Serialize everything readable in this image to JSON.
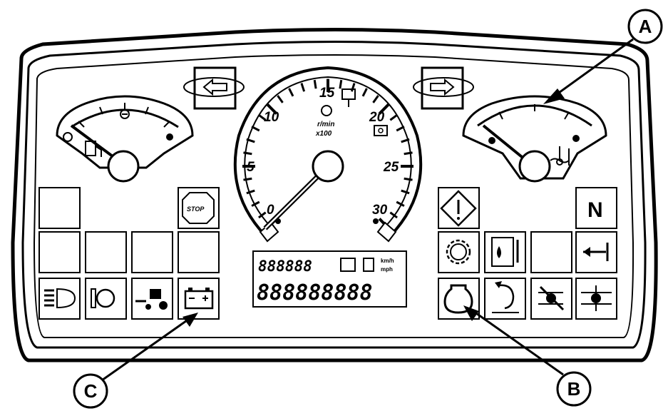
{
  "callouts": {
    "a": "A",
    "b": "B",
    "c": "C"
  },
  "tachometer": {
    "scale_labels": [
      "0",
      "5",
      "10",
      "15",
      "20",
      "25",
      "30"
    ],
    "unit_line1": "r/min",
    "unit_line2": "x100"
  },
  "fuel_gauge": {
    "low_mark": "○",
    "high_mark": "●"
  },
  "temp_gauge": {
    "low_mark": "●",
    "high_mark": "●"
  },
  "lcd": {
    "top_digits": "888888",
    "bottom_digits": "888888888",
    "unit_top": "km/h",
    "unit_bottom": "mph"
  },
  "indicators": {
    "stop": "STOP",
    "neutral": "N"
  },
  "colors": {
    "line": "#000000",
    "background": "#ffffff"
  }
}
